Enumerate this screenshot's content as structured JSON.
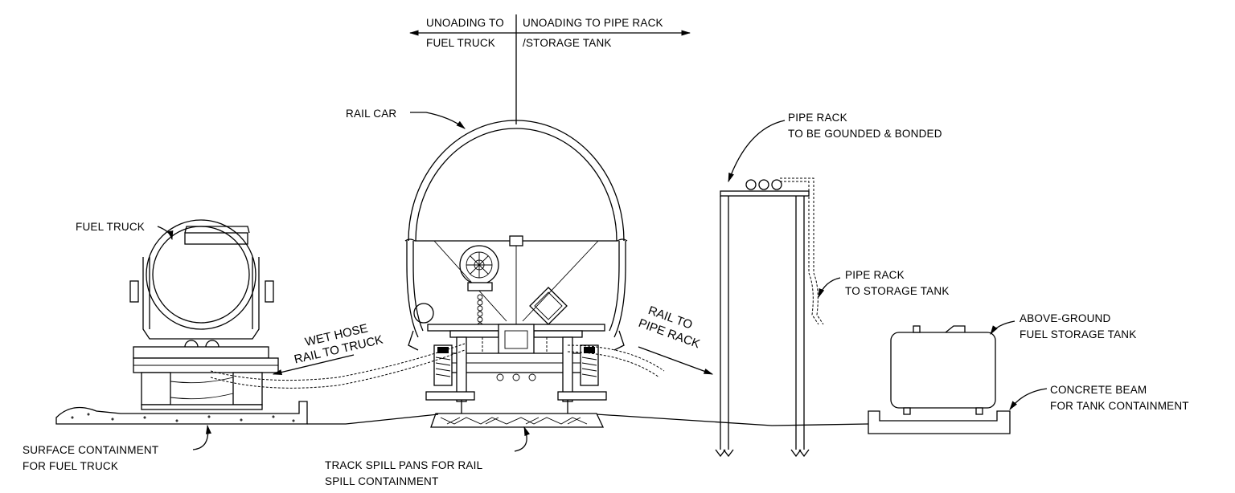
{
  "labels": {
    "unloading_left_1": "UNOADING TO",
    "unloading_left_2": "FUEL TRUCK",
    "unloading_right_1": "UNOADING TO PIPE RACK",
    "unloading_right_2": "/STORAGE TANK",
    "rail_car": "RAIL CAR",
    "pipe_rack_grounded_1": "PIPE RACK",
    "pipe_rack_grounded_2": "TO BE GOUNDED & BONDED",
    "fuel_truck": "FUEL TRUCK",
    "pipe_rack_storage_1": "PIPE RACK",
    "pipe_rack_storage_2": "TO STORAGE TANK",
    "wet_hose_1": "WET HOSE",
    "wet_hose_2": "RAIL TO TRUCK",
    "rail_to_pipe_1": "RAIL TO",
    "rail_to_pipe_2": "PIPE RACK",
    "above_ground_1": "ABOVE-GROUND",
    "above_ground_2": "FUEL STORAGE TANK",
    "concrete_beam_1": "CONCRETE BEAM",
    "concrete_beam_2": "FOR TANK CONTAINMENT",
    "surface_containment_1": "SURFACE CONTAINMENT",
    "surface_containment_2": "FOR FUEL TRUCK",
    "track_spill_1": "TRACK SPILL PANS FOR RAIL",
    "track_spill_2": "SPILL CONTAINMENT"
  },
  "colors": {
    "line": "#000000",
    "background": "#ffffff"
  }
}
